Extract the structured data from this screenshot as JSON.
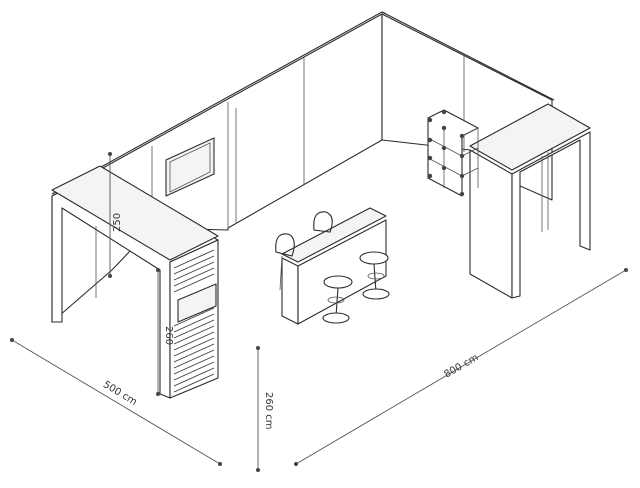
{
  "dimensions": {
    "width_label": "800 cm",
    "depth_label": "500 cm",
    "height_label": "260 cm",
    "wall_height_label": "250",
    "counter_height_label": "260"
  },
  "colors": {
    "line": "#2b2b2b",
    "dimension": "#555555",
    "background": "#ffffff"
  }
}
